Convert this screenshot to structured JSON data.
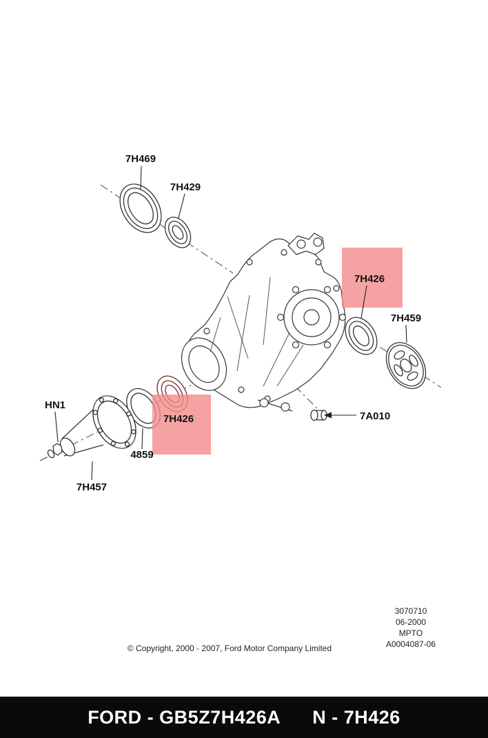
{
  "diagram": {
    "highlight_color": "#f28b8b",
    "highlight_text_color": "#bf1515",
    "labels": {
      "p7h469": "7H469",
      "p7h429": "7H429",
      "p7h426_top": "7H426",
      "p7h459": "7H459",
      "p7a010": "7A010",
      "phn1": "HN1",
      "p7h426_bottom": "7H426",
      "p4859": "4859",
      "p7h457": "7H457"
    }
  },
  "info_block": {
    "lines": [
      "3070710",
      "06-2000",
      "MPTO",
      "A0004087-06"
    ]
  },
  "copyright_text": "© Copyright, 2000 - 2007, Ford Motor Company Limited",
  "footer": {
    "left_text": "FORD - GB5Z7H426A",
    "right_text": "N - 7H426"
  }
}
